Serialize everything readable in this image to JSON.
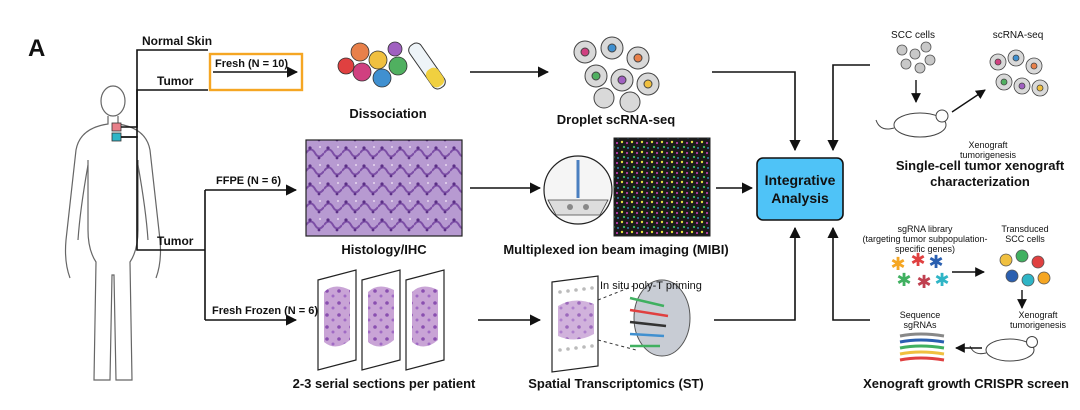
{
  "panel_label": "A",
  "branches": {
    "normal_skin": "Normal Skin",
    "tumor_top": "Tumor",
    "tumor_mid": "Tumor",
    "fresh": "Fresh (N = 10)",
    "ffpe": "FFPE (N = 6)",
    "fresh_frozen": "Fresh Frozen (N = 6)"
  },
  "steps": {
    "dissociation": "Dissociation",
    "droplet": "Droplet scRNA-seq",
    "histology": "Histology/IHC",
    "mibi": "Multiplexed ion beam imaging (MIBI)",
    "serial": "2-3 serial sections per patient",
    "st": "Spatial Transcriptomics (ST)",
    "in_situ": "In situ poly-T priming"
  },
  "center": {
    "line1": "Integrative",
    "line2": "Analysis"
  },
  "xenograft": {
    "scc_cells": "SCC cells",
    "scrna": "scRNA-seq",
    "xeno_line1": "Xenograft",
    "xeno_line2": "tumorigenesis",
    "title_line1": "Single-cell tumor xenograft",
    "title_line2": "characterization"
  },
  "crispr": {
    "lib_line1": "sgRNA library",
    "lib_line2": "(targeting tumor subpopulation-",
    "lib_line3": "specific genes)",
    "trans_line1": "Transduced",
    "trans_line2": "SCC cells",
    "xeno_line1": "Xenograft",
    "xeno_line2": "tumorigenesis",
    "seq_line1": "Sequence",
    "seq_line2": "sgRNAs",
    "title": "Xenograft growth CRISPR screen"
  },
  "colors": {
    "orange": "#f5a623",
    "analysis_fill": "#4fc3f7",
    "he_purple": "#a67fc4",
    "marker_red": "#e05a5a",
    "marker_teal": "#2fb5c6"
  }
}
